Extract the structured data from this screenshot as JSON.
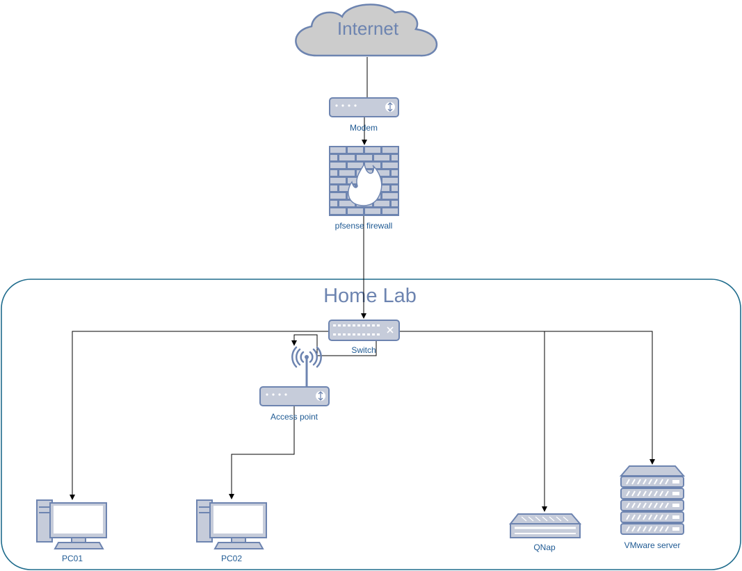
{
  "cloud": {
    "label": "Internet"
  },
  "container": {
    "title": "Home Lab"
  },
  "devices": {
    "modem": {
      "label": "Modem"
    },
    "firewall": {
      "label": "pfsense firewall"
    },
    "switch": {
      "label": "Switch"
    },
    "access_point": {
      "label": "Access point"
    },
    "pc01": {
      "label": "PC01"
    },
    "pc02": {
      "label": "PC02"
    },
    "qnap": {
      "label": "QNap"
    },
    "vmware": {
      "label": "VMware server"
    }
  },
  "colors": {
    "icon_fill": "#c6ccda",
    "icon_stroke": "#6d84b0",
    "cloud_fill": "#cccccc",
    "container_stroke": "#1e6b8c",
    "label": "#1f5a93",
    "edge": "#000000"
  },
  "icons": {
    "cloud": "cloud-icon",
    "modem": "modem-icon",
    "firewall": "firewall-icon",
    "switch": "switch-icon",
    "wireless": "wireless-antenna-icon",
    "pc": "desktop-pc-icon",
    "nas": "nas-icon",
    "server": "server-rack-icon"
  }
}
